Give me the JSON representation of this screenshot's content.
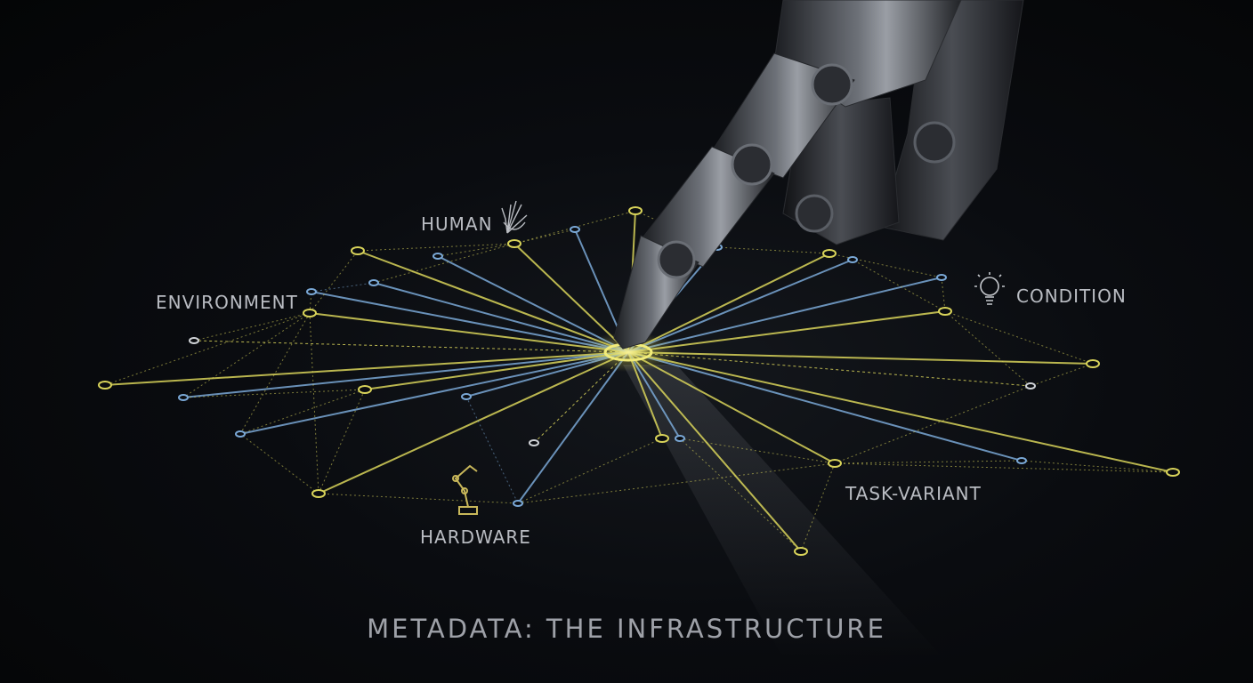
{
  "title": "METADATA: THE INFRASTRUCTURE",
  "labels": {
    "human": "HUMAN",
    "environment": "ENVIRONMENT",
    "condition": "CONDITION",
    "task_variant": "TASK-VARIANT",
    "hardware": "HARDWARE"
  },
  "icons": {
    "human": "hand-icon",
    "condition": "lightbulb-icon",
    "hardware": "robot-arm-icon"
  },
  "colors": {
    "background": "#050608",
    "yellow_line": "#d9d45a",
    "blue_line": "#7aa8d6",
    "label_text": "#b9bcc2"
  }
}
